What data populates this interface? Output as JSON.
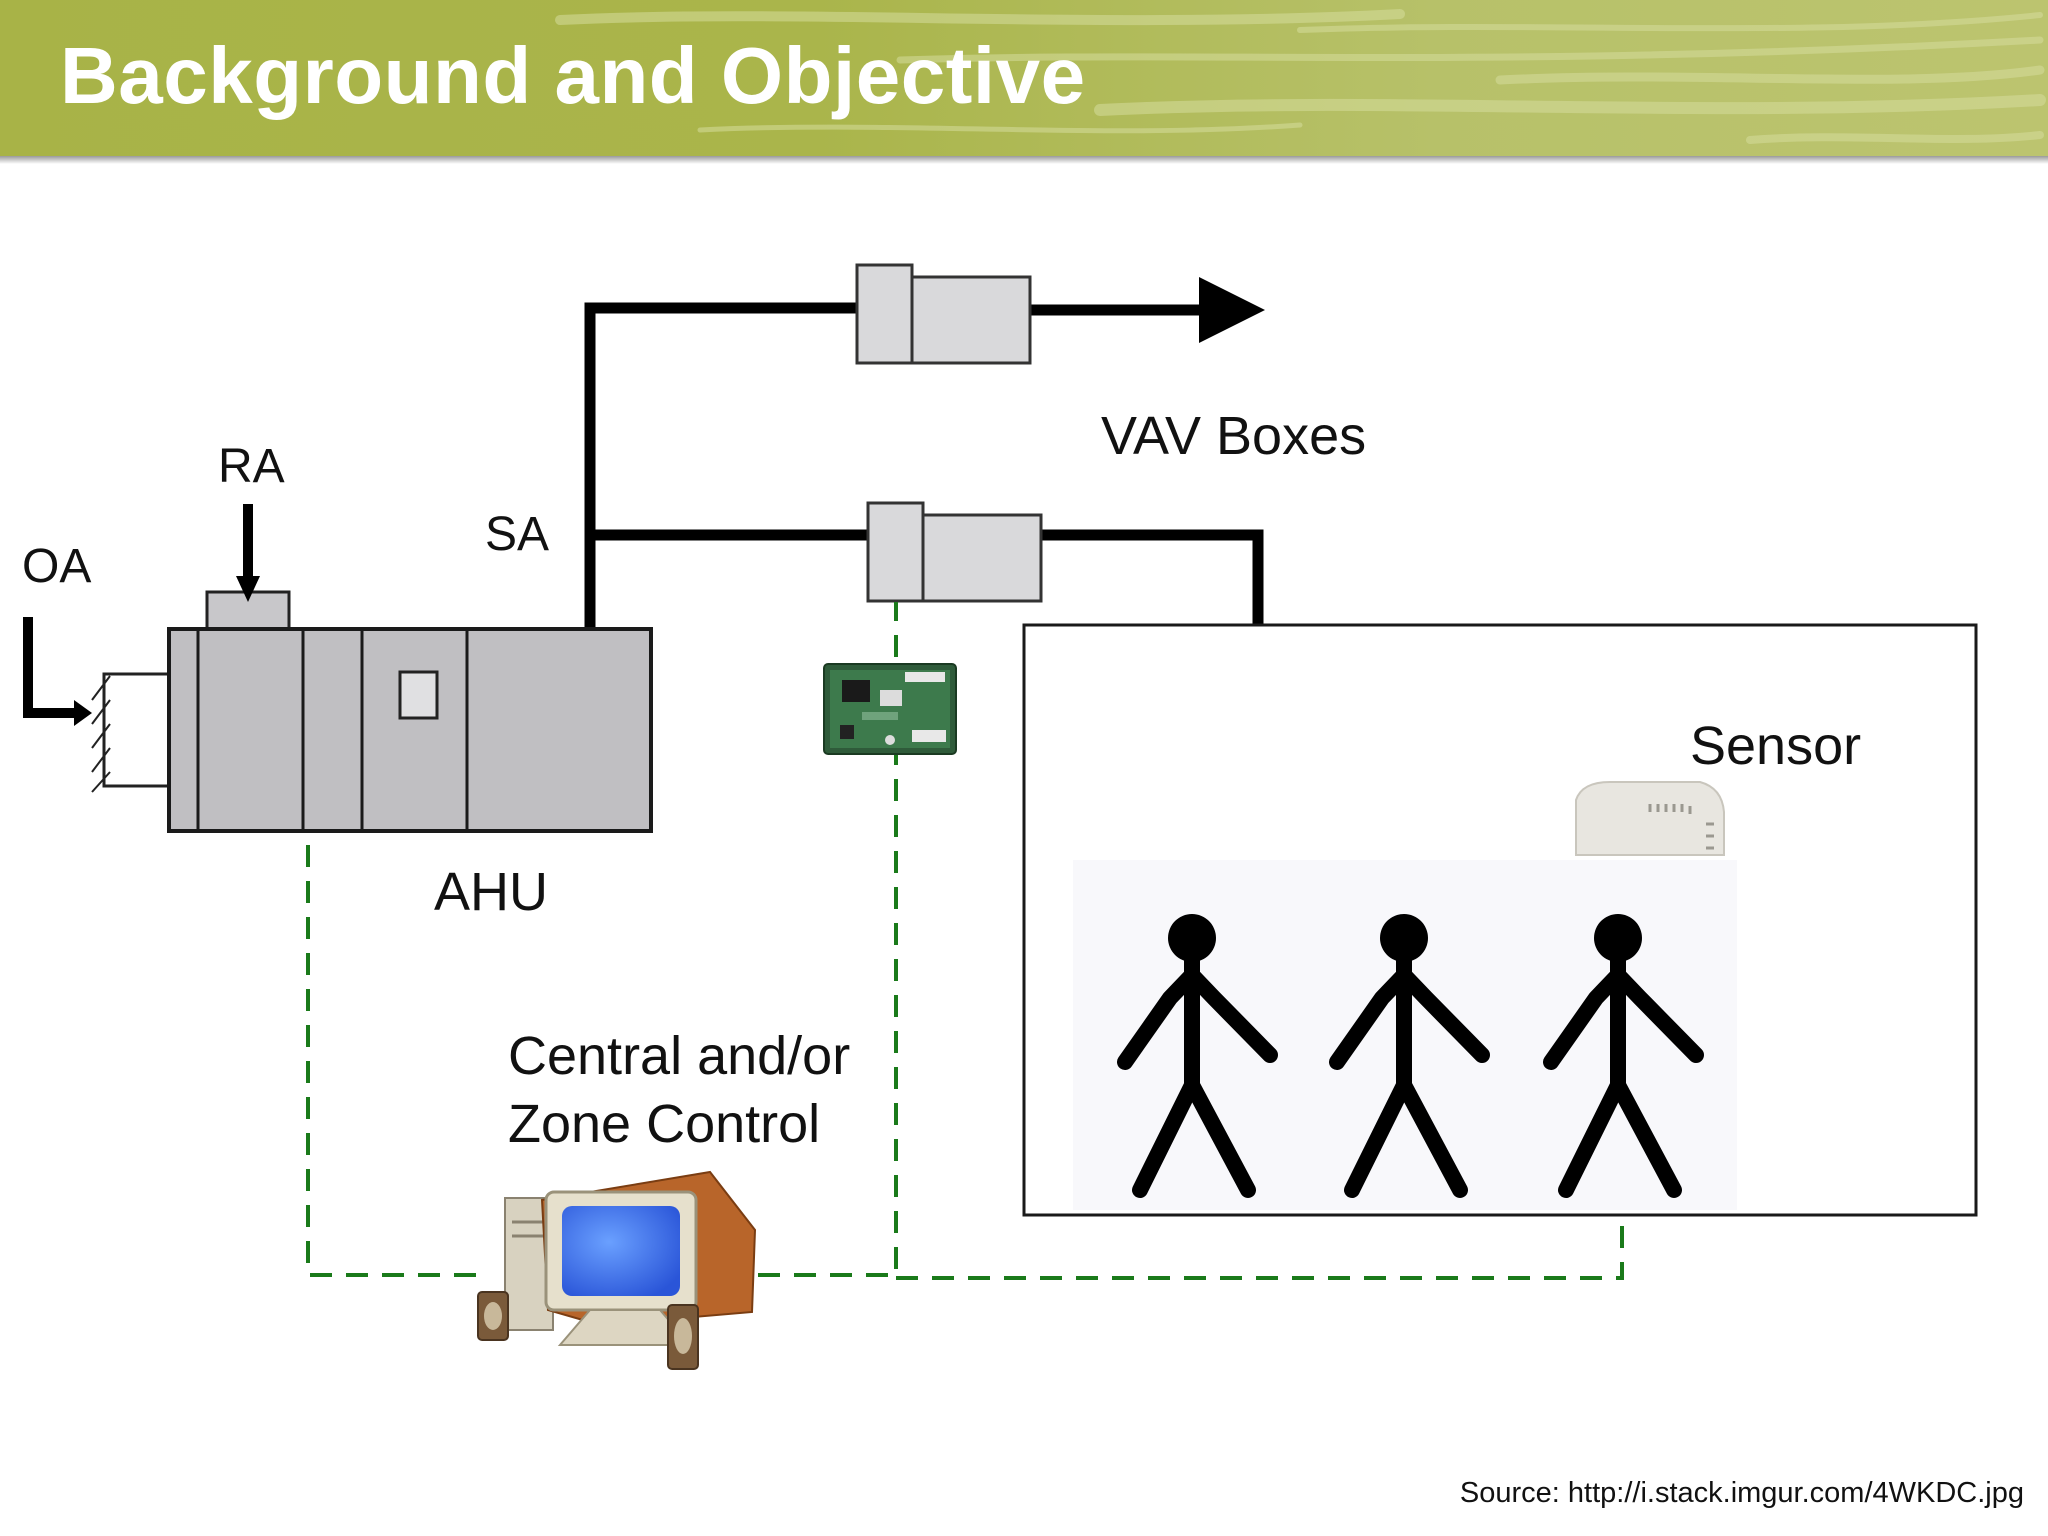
{
  "slide": {
    "title": "Background and Objective",
    "source": "Source: http://i.stack.imgur.com/4WKDC.jpg"
  },
  "diagram": {
    "labels": {
      "oa": "OA",
      "ra": "RA",
      "sa": "SA",
      "ahu": "AHU",
      "vav_boxes": "VAV Boxes",
      "sensor": "Sensor",
      "control_line1": "Central and/or",
      "control_line2": "Zone Control"
    },
    "colors": {
      "header": "#a8b347",
      "control_wiring": "#1a7a1a",
      "duct": "#000000",
      "equipment_fill": "#c0bfc2"
    },
    "icons": [
      "controller-board-icon",
      "thermostat-sensor-icon",
      "computer-icon",
      "stick-figure-icon"
    ]
  }
}
